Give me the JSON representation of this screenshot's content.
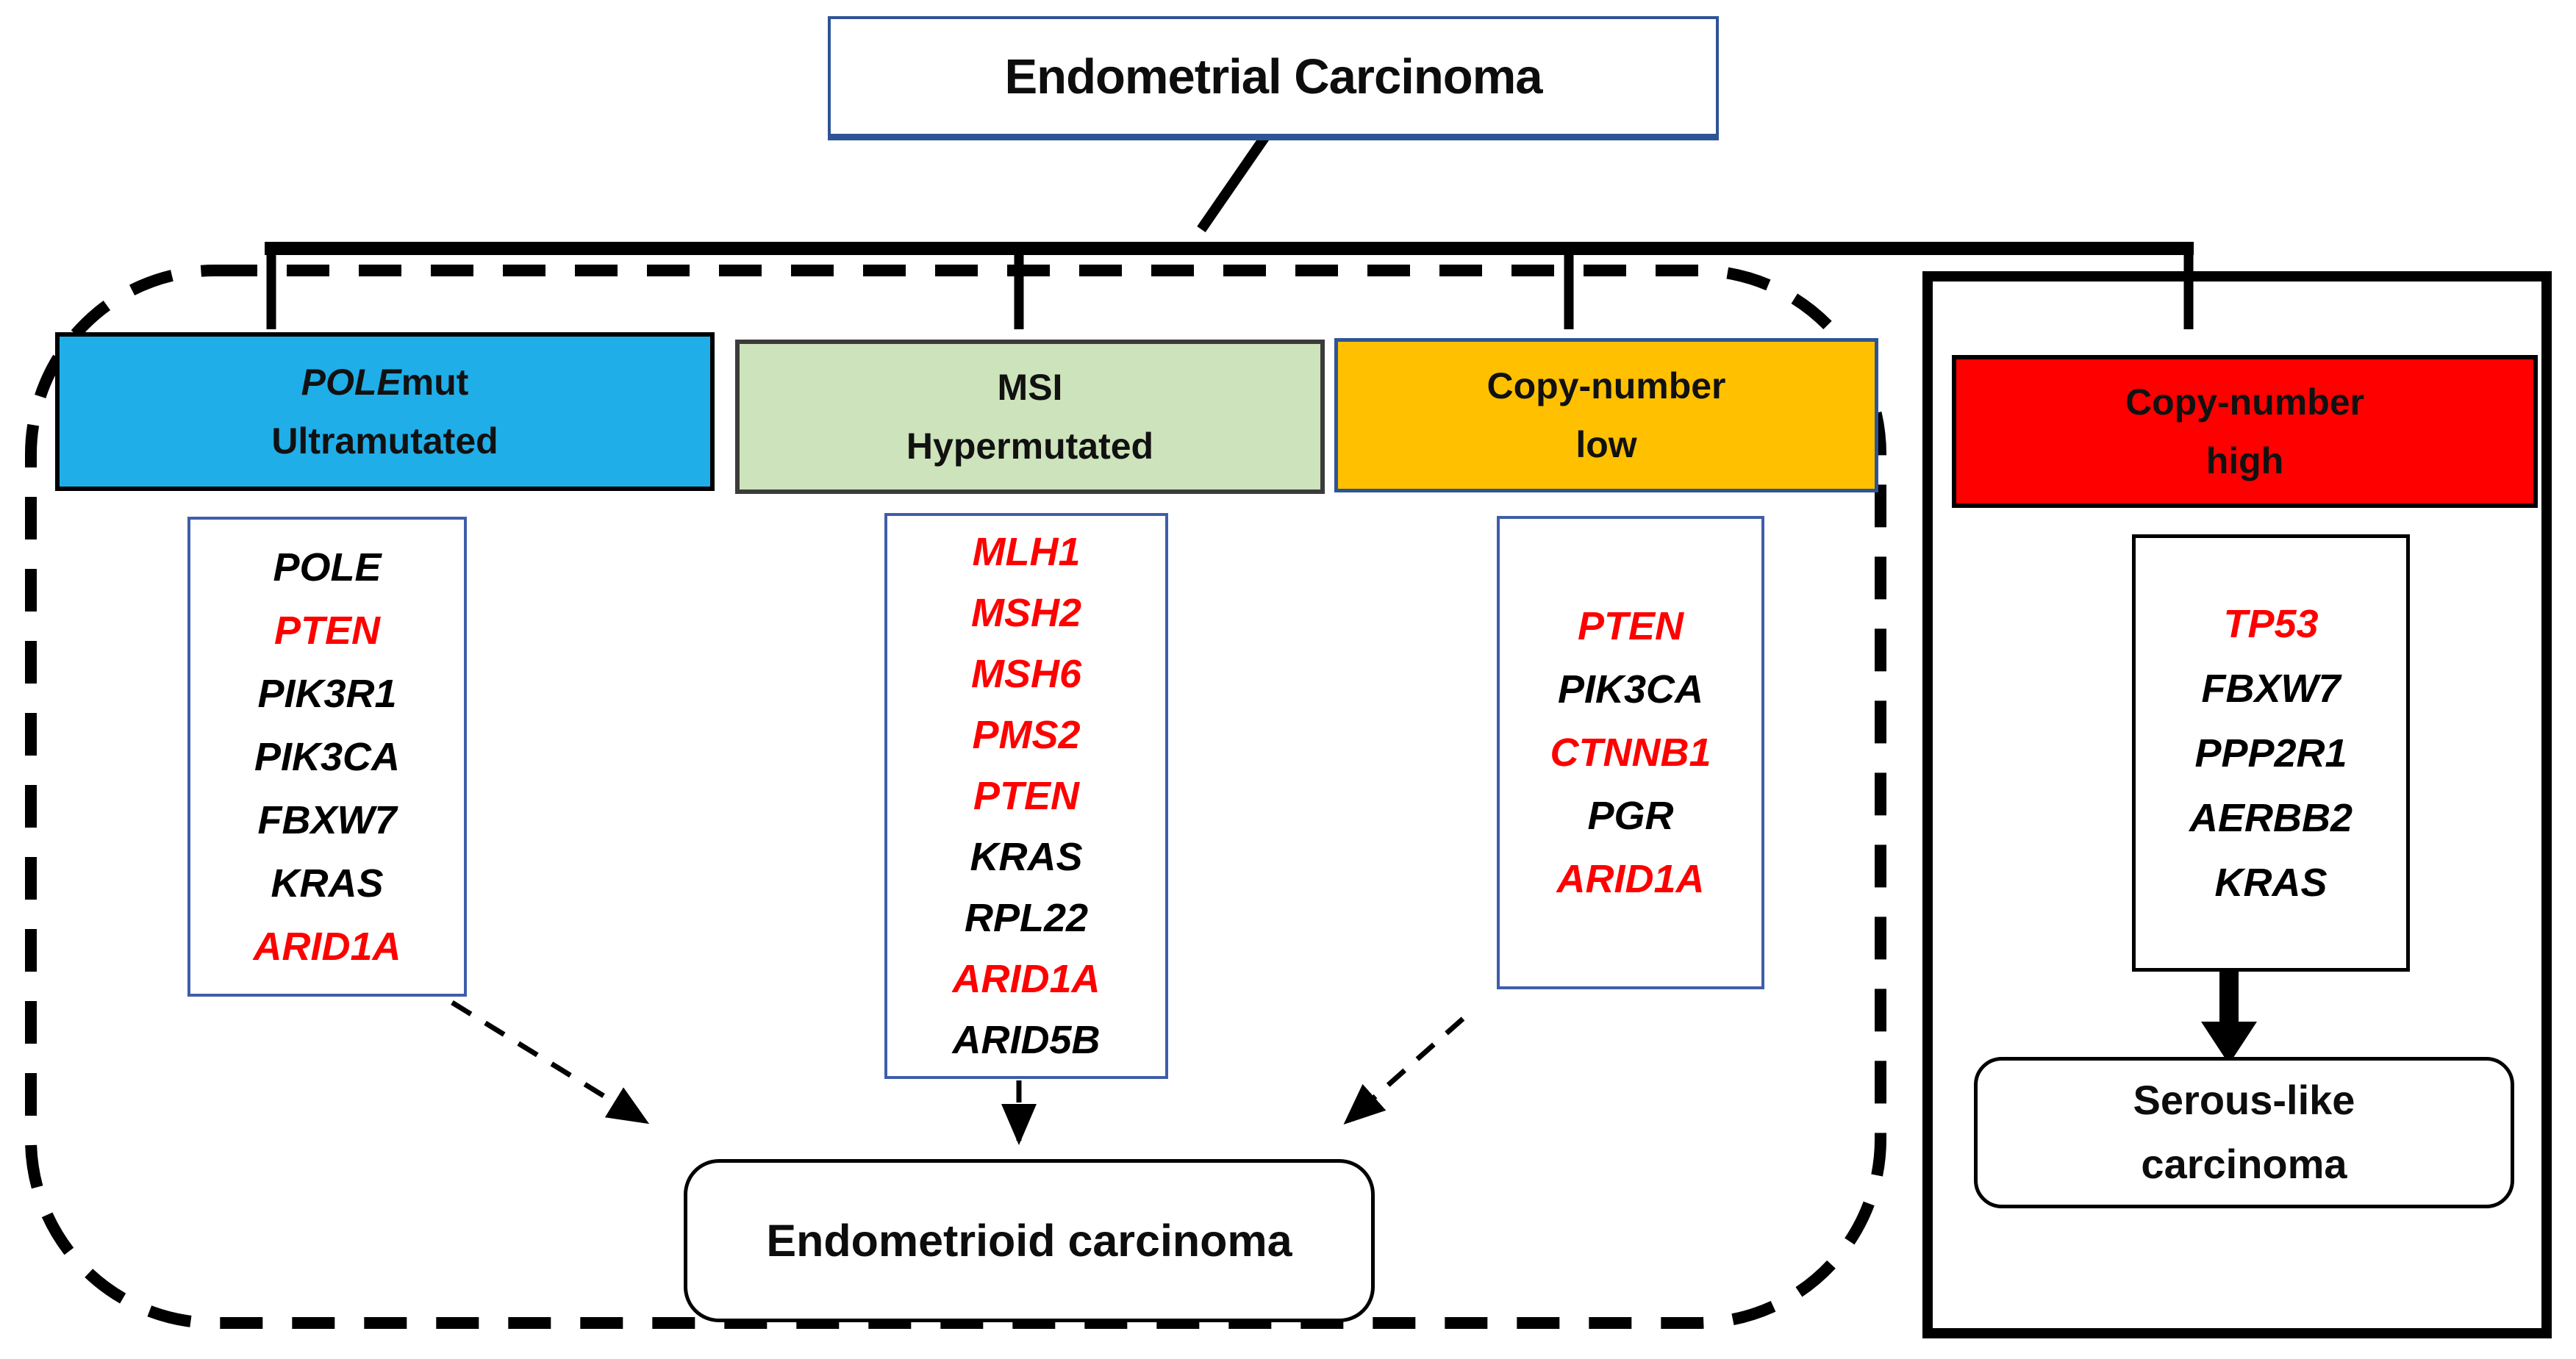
{
  "title": "Endometrial Carcinoma",
  "columns": [
    {
      "header": {
        "italic": "POLE",
        "line1": "mut",
        "line2": "Ultramutated"
      },
      "genes": [
        {
          "label": "POLE",
          "color": "black"
        },
        {
          "label": "PTEN",
          "color": "red"
        },
        {
          "label": "PIK3R1",
          "color": "black"
        },
        {
          "label": "PIK3CA",
          "color": "black"
        },
        {
          "label": "FBXW7",
          "color": "black"
        },
        {
          "label": "KRAS",
          "color": "black"
        },
        {
          "label": "ARID1A",
          "color": "red"
        }
      ]
    },
    {
      "header": {
        "italic": "",
        "line1": "MSI",
        "line2": "Hypermutated"
      },
      "genes": [
        {
          "label": "MLH1",
          "color": "red"
        },
        {
          "label": "MSH2",
          "color": "red"
        },
        {
          "label": "MSH6",
          "color": "red"
        },
        {
          "label": "PMS2",
          "color": "red"
        },
        {
          "label": "PTEN",
          "color": "red"
        },
        {
          "label": "KRAS",
          "color": "black"
        },
        {
          "label": "RPL22",
          "color": "black"
        },
        {
          "label": "ARID1A",
          "color": "red"
        },
        {
          "label": "ARID5B",
          "color": "black"
        }
      ]
    },
    {
      "header": {
        "italic": "",
        "line1": "Copy-number",
        "line2": "low"
      },
      "genes": [
        {
          "label": "PTEN",
          "color": "red"
        },
        {
          "label": "PIK3CA",
          "color": "black"
        },
        {
          "label": "CTNNB1",
          "color": "red"
        },
        {
          "label": "PGR",
          "color": "black"
        },
        {
          "label": "ARID1A",
          "color": "red"
        }
      ]
    },
    {
      "header": {
        "italic": "",
        "line1": "Copy-number",
        "line2": "high"
      },
      "genes": [
        {
          "label": "TP53",
          "color": "red"
        },
        {
          "label": "FBXW7",
          "color": "black"
        },
        {
          "label": "PPP2R1",
          "color": "black"
        },
        {
          "label": "AERBB2",
          "color": "black"
        },
        {
          "label": "KRAS",
          "color": "black"
        }
      ]
    }
  ],
  "outcomes": {
    "endometrioid": "Endometrioid carcinoma",
    "serous_line1": "Serous-like",
    "serous_line2": "carcinoma"
  },
  "colors": {
    "header1-bg": "#20AEE8",
    "header2-bg": "#CDE3BB",
    "header3-bg": "#FFC000",
    "header4-bg": "#FE0000",
    "gene-red": "#FF0000",
    "title-border": "#2F5496",
    "header3-border": "#2F5496",
    "genebox-border": "#3E5EA9"
  }
}
